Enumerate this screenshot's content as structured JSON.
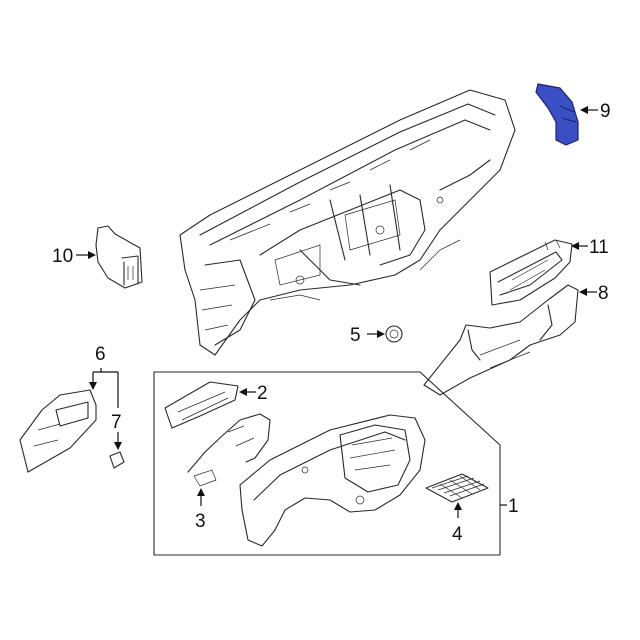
{
  "colors": {
    "highlight": "#3b4fc4",
    "line": "#2a2a2a",
    "background": "#ffffff"
  },
  "callouts": {
    "c1": "1",
    "c2": "2",
    "c3": "3",
    "c4": "4",
    "c5": "5",
    "c6": "6",
    "c7": "7",
    "c8": "8",
    "c9": "9",
    "c10": "10",
    "c11": "11"
  },
  "highlighted_part": "9"
}
